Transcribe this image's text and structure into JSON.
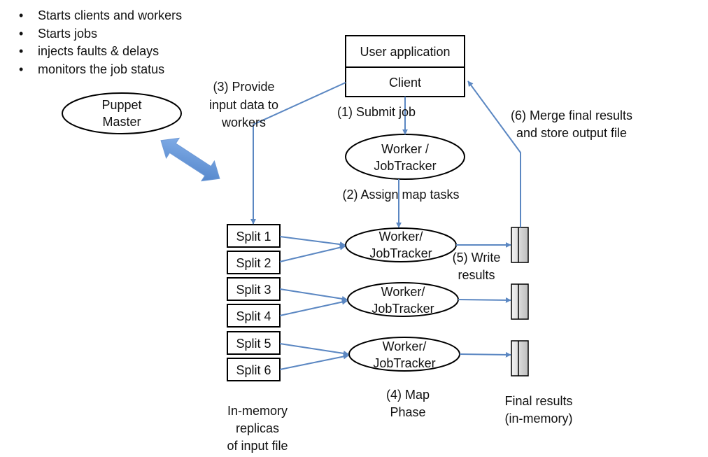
{
  "bullets": [
    "Starts clients and workers",
    "Starts jobs",
    "injects faults & delays",
    "monitors the job status"
  ],
  "puppet_master": "Puppet\nMaster",
  "user_application": "User application",
  "client": "Client",
  "job_tracker": "Worker /\nJobTracker",
  "workers": [
    "Worker/\nJobTracker",
    "Worker/\nJobTracker",
    "Worker/\nJobTracker"
  ],
  "splits": [
    "Split 1",
    "Split 2",
    "Split 3",
    "Split 4",
    "Split 5",
    "Split 6"
  ],
  "steps": {
    "submit_job": "(1) Submit job",
    "assign_map_tasks": "(2) Assign map tasks",
    "provide_input": "(3) Provide\ninput data to\nworkers",
    "map_phase": "(4) Map\nPhase",
    "write_results": "(5) Write\nresults",
    "merge_results": "(6) Merge final results\nand store output file"
  },
  "captions": {
    "replicas": "In-memory\nreplicas\nof input file",
    "final_results": "Final results\n(in-memory)"
  },
  "colors": {
    "arrow": "#5b87c2",
    "double_arrow": "#5f92d6",
    "stroke": "#000000"
  }
}
